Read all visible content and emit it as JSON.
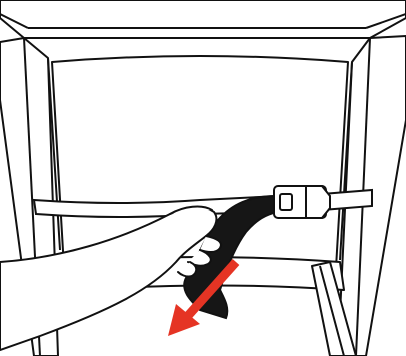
{
  "diagram": {
    "kind": "line-art instruction illustration",
    "colors": {
      "line": "#111111",
      "strap": "#161616",
      "arrow": "#e53424",
      "fill": "#ffffff"
    },
    "parts": [
      "chair-frame",
      "strap",
      "buckle",
      "hand",
      "pull-arrow"
    ]
  }
}
